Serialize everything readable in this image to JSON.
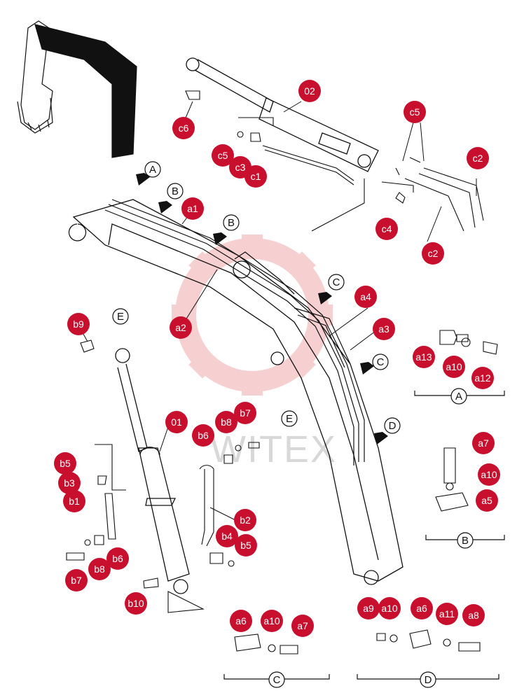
{
  "watermark": "WITEX",
  "colors": {
    "callout": "#c8102e",
    "line": "#111111",
    "watermark": "#f2c2c2"
  },
  "callouts": {
    "c02": "02",
    "c01": "01",
    "c5a": "c5",
    "c5b": "c5",
    "c6": "c6",
    "c3": "c3",
    "c1": "c1",
    "c2a": "c2",
    "c2b": "c2",
    "c4": "c4",
    "a1": "a1",
    "a2": "a2",
    "a3": "a3",
    "a4": "a4",
    "b9": "b9",
    "b8a": "b8",
    "b7a": "b7",
    "b6a": "b6",
    "b5a": "b5",
    "b3": "b3",
    "b1": "b1",
    "b2": "b2",
    "b4": "b4",
    "b5b": "b5",
    "b7b": "b7",
    "b8b": "b8",
    "b6b": "b6",
    "b10": "b10",
    "a13": "a13",
    "a10a": "a10",
    "a12": "a12",
    "a7a": "a7",
    "a10b": "a10",
    "a5": "a5",
    "a6a": "a6",
    "a10c": "a10",
    "a7b": "a7",
    "a9": "a9",
    "a10d": "a10",
    "a6b": "a6",
    "a11": "a11",
    "a8": "a8"
  },
  "view_markers": {
    "vA1": "A",
    "vB1": "B",
    "vB2": "B",
    "vC1": "C",
    "vC2": "C",
    "vD1": "D",
    "vE1": "E",
    "vE2": "E"
  },
  "detail_views": {
    "A": "A",
    "B": "B",
    "C": "C",
    "D": "D"
  }
}
